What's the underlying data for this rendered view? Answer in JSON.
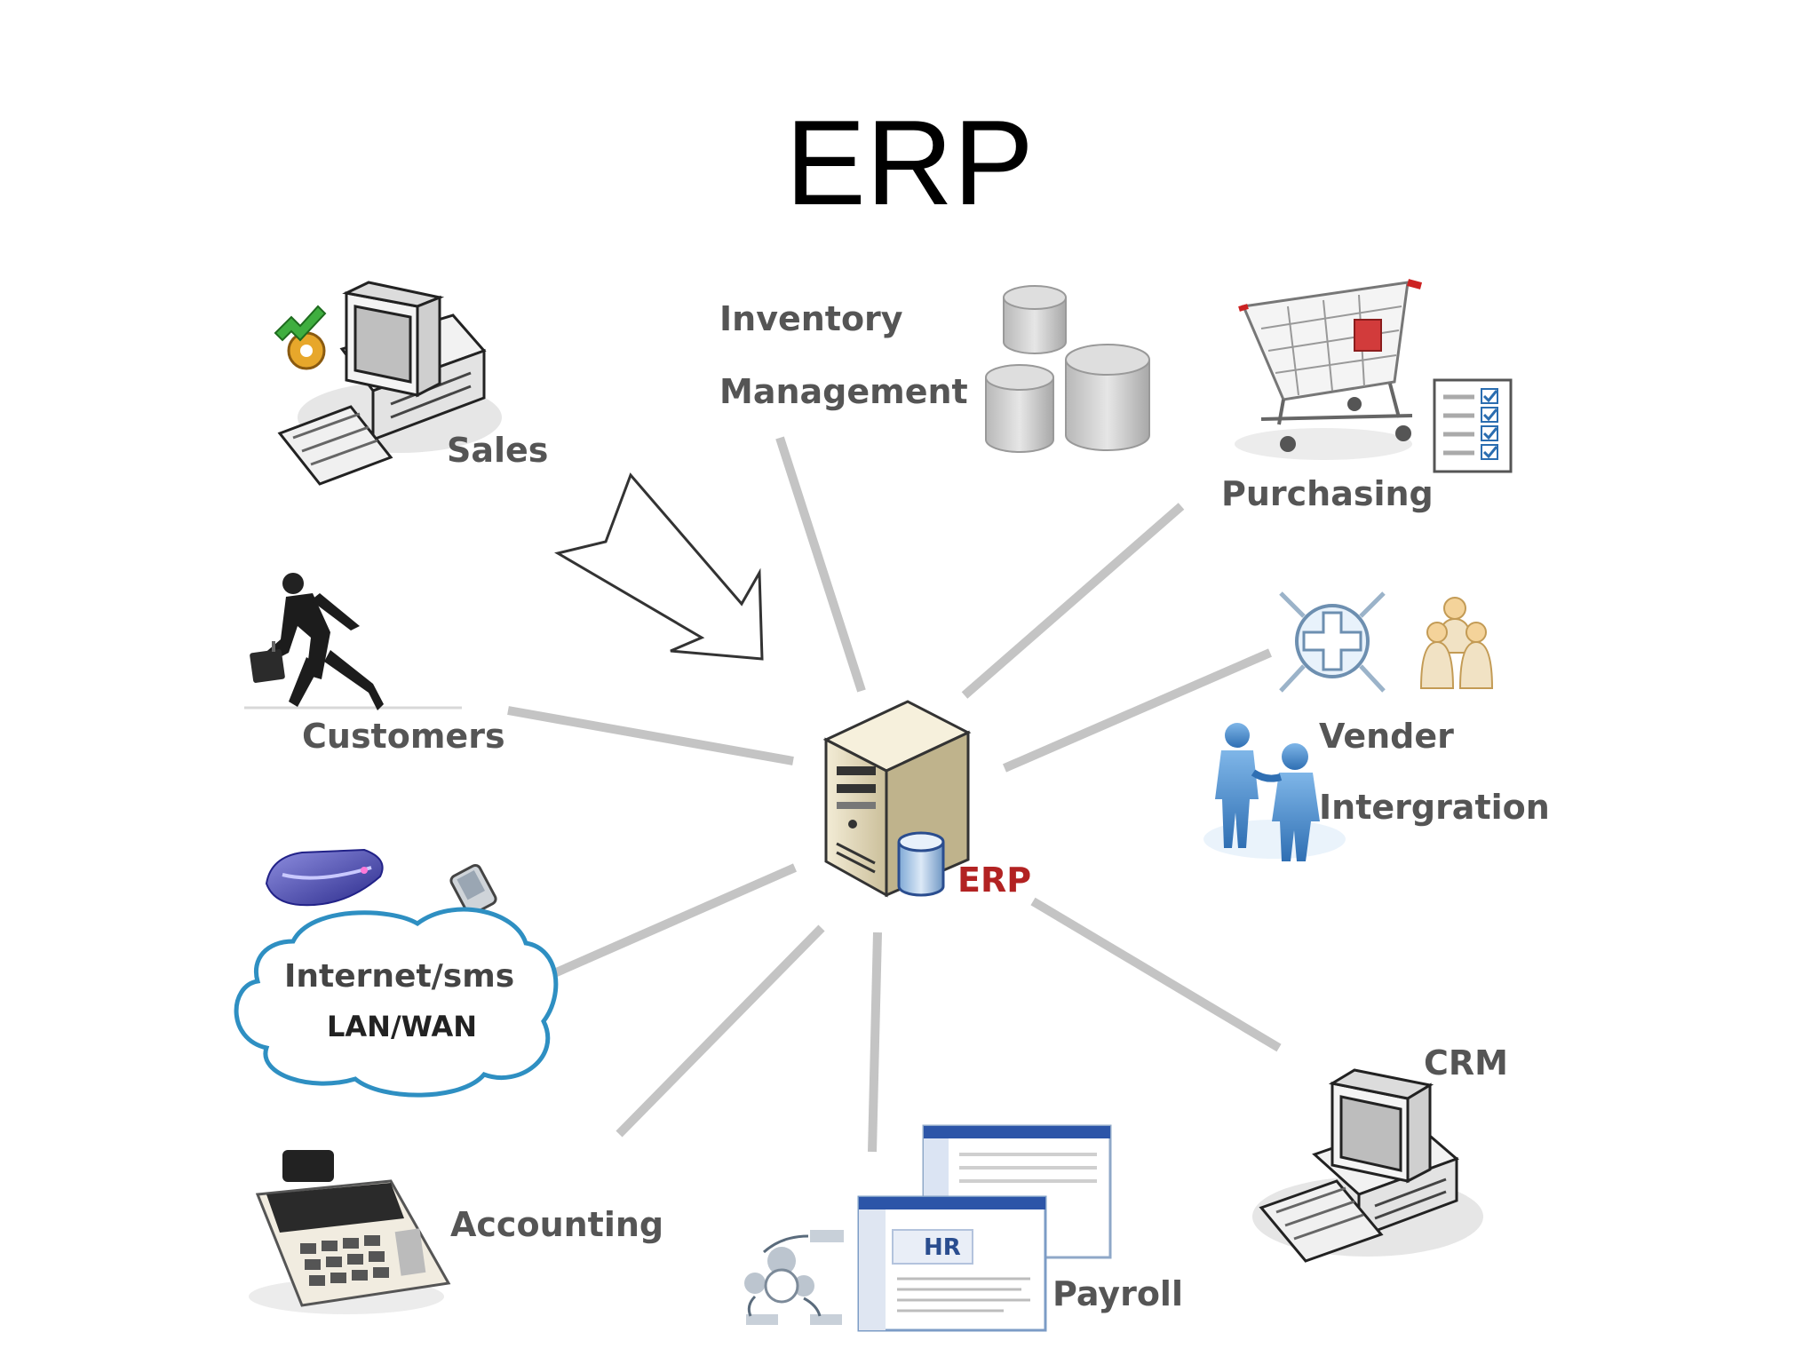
{
  "title": "ERP",
  "hub": {
    "label": "ERP",
    "label_color": "#b22222"
  },
  "nodes": {
    "sales": {
      "label": "Sales"
    },
    "inventory": {
      "line1": "Inventory",
      "line2": "Management"
    },
    "purchasing": {
      "label": "Purchasing"
    },
    "customers": {
      "label": "Customers"
    },
    "vender": {
      "line1": "Vender",
      "line2": "Intergration"
    },
    "network": {
      "line1": "Internet/sms",
      "line2": "LAN/WAN"
    },
    "crm": {
      "label": "CRM"
    },
    "accounting": {
      "label": "Accounting"
    },
    "payroll": {
      "label": "Payroll",
      "window_badge": "HR"
    }
  },
  "colors": {
    "connector": "#c4c4c4",
    "label": "#555555",
    "cloud_outline": "#2e8fc2"
  }
}
